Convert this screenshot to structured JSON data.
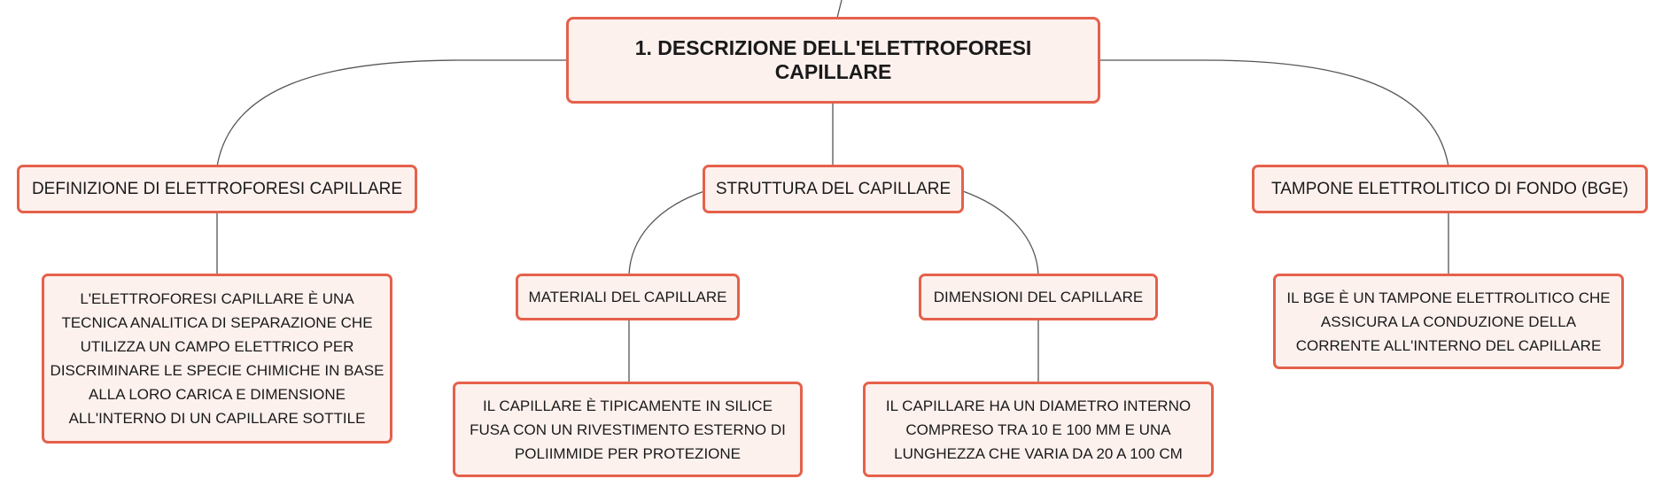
{
  "map": {
    "root": "1. DESCRIZIONE DELL'ELETTROFORESI CAPILLARE",
    "topics": [
      {
        "title": "DEFINIZIONE DI ELETTROFORESI CAPILLARE",
        "detail": "L'ELETTROFORESI CAPILLARE È UNA TECNICA ANALITICA DI SEPARAZIONE CHE UTILIZZA UN CAMPO ELETTRICO PER DISCRIMINARE LE SPECIE CHIMICHE IN BASE ALLA LORO CARICA E DIMENSIONE ALL'INTERNO DI UN CAPILLARE SOTTILE"
      },
      {
        "title": "STRUTTURA DEL CAPILLARE",
        "children": [
          {
            "title": "MATERIALI DEL CAPILLARE",
            "detail": "IL CAPILLARE È TIPICAMENTE IN SILICE FUSA CON UN RIVESTIMENTO ESTERNO DI POLIIMMIDE PER PROTEZIONE"
          },
          {
            "title": "DIMENSIONI DEL CAPILLARE",
            "detail": "IL CAPILLARE HA UN DIAMETRO INTERNO COMPRESO TRA 10 E 100 ΜM E UNA LUNGHEZZA CHE VARIA DA 20 A 100 CM"
          }
        ]
      },
      {
        "title": "TAMPONE ELETTROLITICO DI FONDO (BGE)",
        "detail": "IL BGE È UN TAMPONE ELETTROLITICO CHE ASSICURA LA CONDUZIONE DELLA CORRENTE ALL'INTERNO DEL CAPILLARE"
      }
    ]
  },
  "colors": {
    "node_border": "#e5614b",
    "node_fill": "#fdf1ee",
    "connector": "#555555",
    "text": "#1a1a1a"
  }
}
